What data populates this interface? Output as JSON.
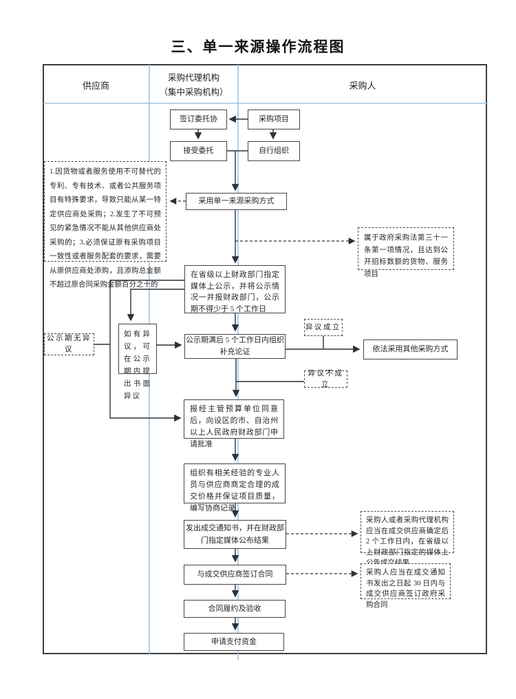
{
  "title": "三、单一来源操作流程图",
  "columns": {
    "supplier": "供应商",
    "agency_line1": "采购代理机构",
    "agency_line2": "（集中采购机构）",
    "purchaser": "采购人"
  },
  "nodes": {
    "sign_agreement": "签订委托协",
    "procurement_project": "采购项目",
    "accept_entrustment": "接受委托",
    "self_organize": "自行组织",
    "adopt_single_source": "采用单一来源采购方式",
    "publicize": "在省级以上财政部门指定媒体上公示，并将公示情况一并报财政部门，公示期不得少于 5 个工作日",
    "if_objection": "如有异议，可在公示期内提出书面异议",
    "supplement_review": "公示期满后 5 个工作日内组织补充论证",
    "other_method": "依法采用其他采购方式",
    "apply_approval": "报经主管预算单位同意后，向设区的市、自治州以上人民政府财政部门申请批准",
    "negotiate_price": "组织有相关经验的专业人员与供应商商定合理的成交价格并保证项目质量，编写协商记录",
    "award_notice": "发出成交通知书，并在财政部门指定媒体公布结果",
    "sign_contract": "与成交供应商签订合同",
    "contract_acceptance": "合同履约及验收",
    "request_payment": "申请支付资金"
  },
  "annotations": {
    "conditions": [
      "1.因货物或者服务使用不可替代的专利、专有技术、或者公共服务项目有特殊要求，导致只能从某一特定供应商处采购；",
      "2.发生了不可预见的紧急情况不能从其他供应商处采购的；",
      "3.必须保证原有采购项目一致性或者服务配套的要求，需要从原供应商处添购，且添购总金额不超过原合同采购金额百分之十的"
    ],
    "law_article": "属于政府采购法第三十一条第一项情况，且达到公开招标数额的货物、服务项目",
    "no_objection": "公示期无异议",
    "objection_valid": "异议成立",
    "objection_invalid": "异议不成立",
    "announce_result": "采购人或者采购代理机构应当在成交供应商确定后 2 个工作日内，在省级以上财政部门指定的媒体上公告成交结果",
    "contract_30days": "采购人应当在成交通知书发出之日起 30 日内与成交供应商签订政府采购合同"
  },
  "colors": {
    "divider_blue": "#9dc3e6",
    "connector_dark": "#303030",
    "frame_border": "#3c3c3c"
  }
}
